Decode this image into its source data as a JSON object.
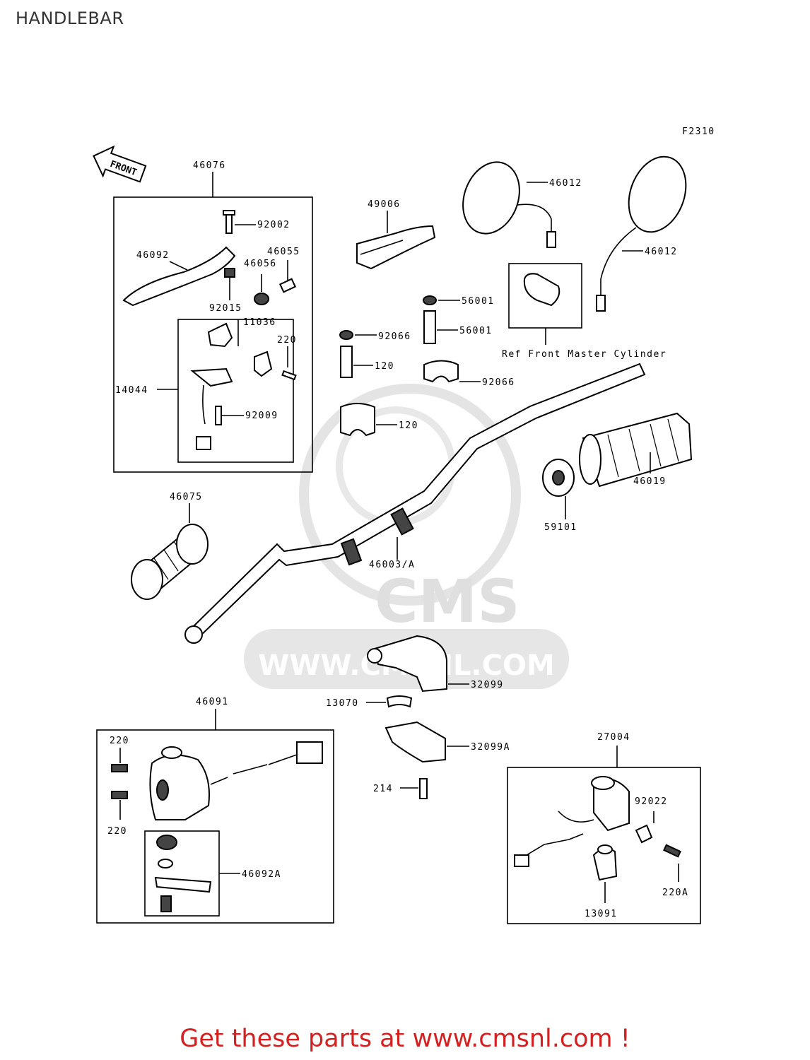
{
  "title": "HANDLEBAR",
  "figure_code": "F2310",
  "front_badge": "FRONT",
  "watermark": {
    "brand": "CMS",
    "site": "WWW.CMSNL.COM"
  },
  "callouts": [
    {
      "id": "46076",
      "text": "46076"
    },
    {
      "id": "92002",
      "text": "92002"
    },
    {
      "id": "46092",
      "text": "46092"
    },
    {
      "id": "46055",
      "text": "46055"
    },
    {
      "id": "46056",
      "text": "46056"
    },
    {
      "id": "92015",
      "text": "92015"
    },
    {
      "id": "11036",
      "text": "11036"
    },
    {
      "id": "220_a",
      "text": "220"
    },
    {
      "id": "14044",
      "text": "14044"
    },
    {
      "id": "92009",
      "text": "92009"
    },
    {
      "id": "49006",
      "text": "49006"
    },
    {
      "id": "56001_a",
      "text": "56001"
    },
    {
      "id": "56001_b",
      "text": "56001"
    },
    {
      "id": "92066_a",
      "text": "92066"
    },
    {
      "id": "120_a",
      "text": "120"
    },
    {
      "id": "92066_b",
      "text": "92066"
    },
    {
      "id": "120_b",
      "text": "120"
    },
    {
      "id": "46012_a",
      "text": "46012"
    },
    {
      "id": "46012_b",
      "text": "46012"
    },
    {
      "id": "ref_fmc",
      "text": "Ref Front Master Cylinder"
    },
    {
      "id": "46019",
      "text": "46019"
    },
    {
      "id": "59101",
      "text": "59101"
    },
    {
      "id": "46075",
      "text": "46075"
    },
    {
      "id": "46003A",
      "text": "46003/A"
    },
    {
      "id": "32099",
      "text": "32099"
    },
    {
      "id": "13070",
      "text": "13070"
    },
    {
      "id": "32099A",
      "text": "32099A"
    },
    {
      "id": "214",
      "text": "214"
    },
    {
      "id": "46091",
      "text": "46091"
    },
    {
      "id": "220_b",
      "text": "220"
    },
    {
      "id": "220_c",
      "text": "220"
    },
    {
      "id": "46092A",
      "text": "46092A"
    },
    {
      "id": "27004",
      "text": "27004"
    },
    {
      "id": "92022",
      "text": "92022"
    },
    {
      "id": "220A",
      "text": "220A"
    },
    {
      "id": "13091",
      "text": "13091"
    }
  ],
  "footer_cta": "Get these parts at www.cmsnl.com !"
}
